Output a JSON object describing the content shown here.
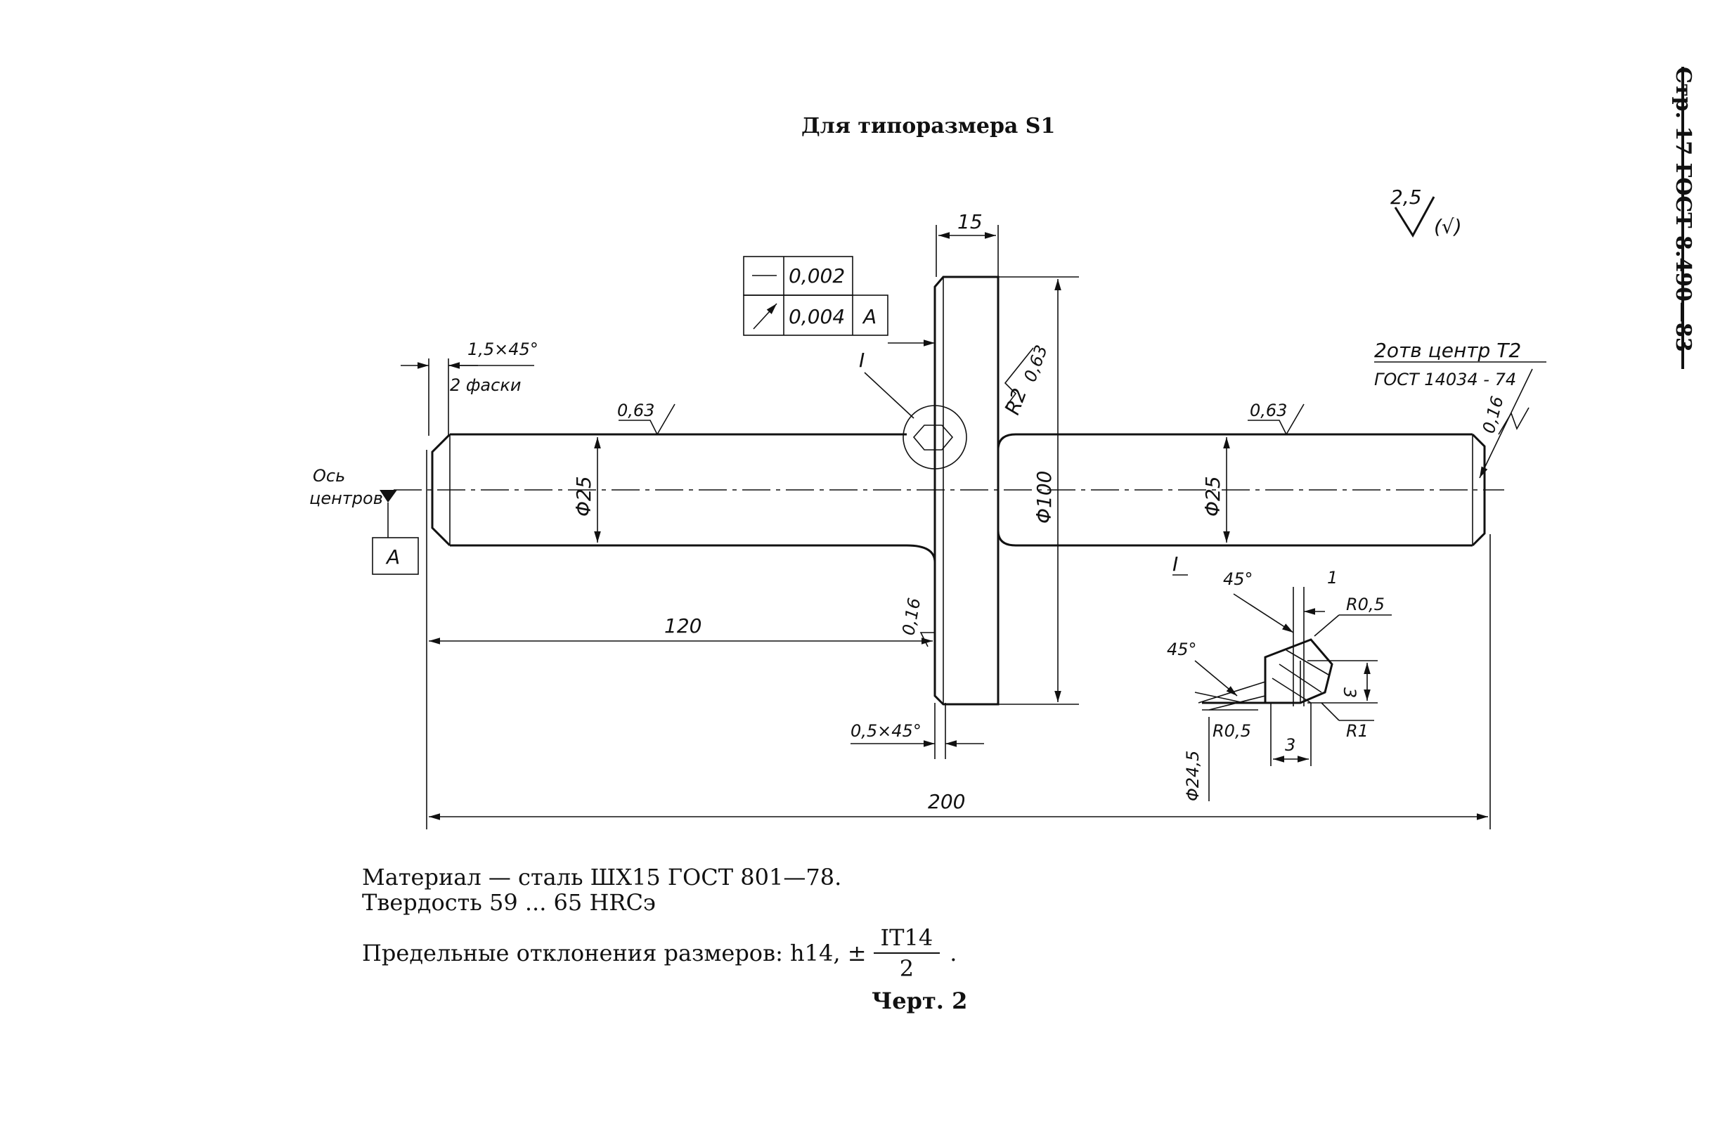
{
  "header": {
    "page_ref": "Стр. 17  ГОСТ 8.490—83",
    "title": "Для типоразмера S1"
  },
  "roughness": {
    "general": "2,5",
    "general_suffix": "(√)",
    "shaft_left": "0,63",
    "shaft_right": "0,63",
    "flange_side": "0,63",
    "flange_face": "0,16",
    "center_hole": "0,16"
  },
  "tolerance_frame": {
    "row1_value": "0,002",
    "row2_value": "0,004",
    "datum_ref": "A"
  },
  "datum": {
    "label": "A",
    "axis_label_line1": "Ось",
    "axis_label_line2": "центров"
  },
  "dimensions": {
    "chamfer_top": "1,5×45°",
    "chamfer_note": "2 фаски",
    "flange_width": "15",
    "flange_radius": "R2",
    "shaft_dia_left": "Φ25",
    "shaft_dia_right": "Φ25",
    "flange_dia": "Φ100",
    "length_left": "120",
    "flange_chamfer": "0,5×45°",
    "overall_length": "200",
    "center_hole_note_line1": "2отв центр T2",
    "center_hole_note_line2": "ГОСТ 14034 - 74"
  },
  "detail": {
    "callout": "I",
    "label": "I",
    "angle_top": "45°",
    "angle_left": "45°",
    "dim_top": "1",
    "radius_top": "R0,5",
    "radius_left": "R0,5",
    "radius_right": "R1",
    "height": "3",
    "width": "3",
    "dia": "Φ24,5"
  },
  "notes": {
    "material": "Материал — сталь ШХ15 ГОСТ 801—78.",
    "hardness": "Твердость 59 ... 65 HRCэ",
    "tolerance_prefix": "Предельные отклонения размеров: h14, ±",
    "tolerance_num": "IT14",
    "tolerance_den": "2",
    "tolerance_suffix": "."
  },
  "caption": "Черт. 2"
}
